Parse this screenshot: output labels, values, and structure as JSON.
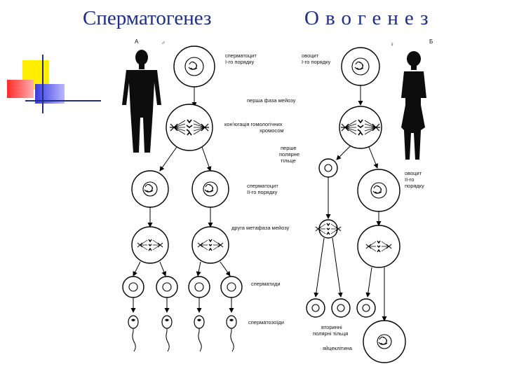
{
  "titles": {
    "left": "Сперматогенез",
    "right": "Овогенез"
  },
  "panel_letters": {
    "a": "А",
    "b": "Б"
  },
  "sex_symbols": {
    "male": "♂",
    "female": "♀"
  },
  "labels": {
    "spermatocyte1_a": "сперматоцит",
    "spermatocyte1_b": "І-го порядку",
    "oocyte1_a": "овоцит",
    "oocyte1_b": "І-го порядку",
    "meiosis1": "перша фаза мейозу",
    "conjugation_a": "кон'югація гомологічних",
    "conjugation_b": "хромосом",
    "polar1_a": "перше",
    "polar1_b": "полярне",
    "polar1_c": "тільце",
    "spermatocyte2_a": "сперматоцит",
    "spermatocyte2_b": "ІІ-го порядку",
    "oocyte2_a": "овоцит",
    "oocyte2_b": "ІІ-го",
    "oocyte2_c": "порядку",
    "meiosis2": "друга метафаза мейозу",
    "spermatids": "сперматиди",
    "spermatozoa": "сперматозоїди",
    "polar2_a": "вторинні",
    "polar2_b": "полярні тільця",
    "egg": "яйцеклітина"
  },
  "colors": {
    "title": "#1f2f86",
    "deco_yellow": "#ffee00",
    "deco_red": "#ff2a2a",
    "deco_blue": "#3a3ae0",
    "line": "#000000"
  }
}
